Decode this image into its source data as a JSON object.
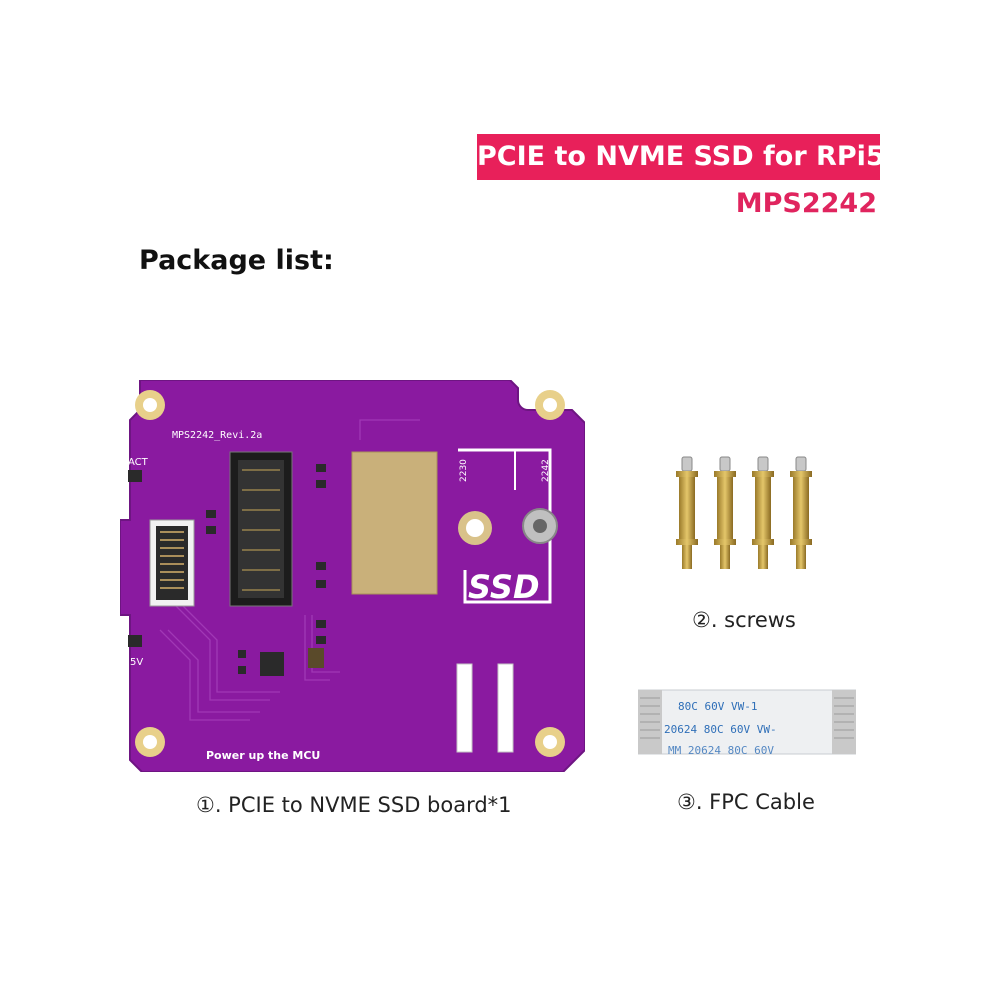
{
  "header": {
    "title": "PCIE to NVME SSD for RPi5",
    "model": "MPS2242",
    "accent_color": "#e8205a"
  },
  "package_heading": "Package list:",
  "items": [
    {
      "caption": "①. PCIE to NVME SSD board*1"
    },
    {
      "caption": "②. screws"
    },
    {
      "caption": "③. FPC Cable"
    }
  ],
  "board": {
    "color": "#8a1aa0",
    "silk_model": "MPS2242_Revi.2a",
    "silk_act": "ACT",
    "silk_5v": "5V",
    "silk_ssd": "SSD",
    "silk_2230": "2230",
    "silk_2242": "2242",
    "silk_power": "Power up the MCU"
  },
  "cable": {
    "row1": "80C  60V  VW-1",
    "row2": "20624  80C  60V  VW-",
    "row3": "MM  20624  80C  60V"
  }
}
